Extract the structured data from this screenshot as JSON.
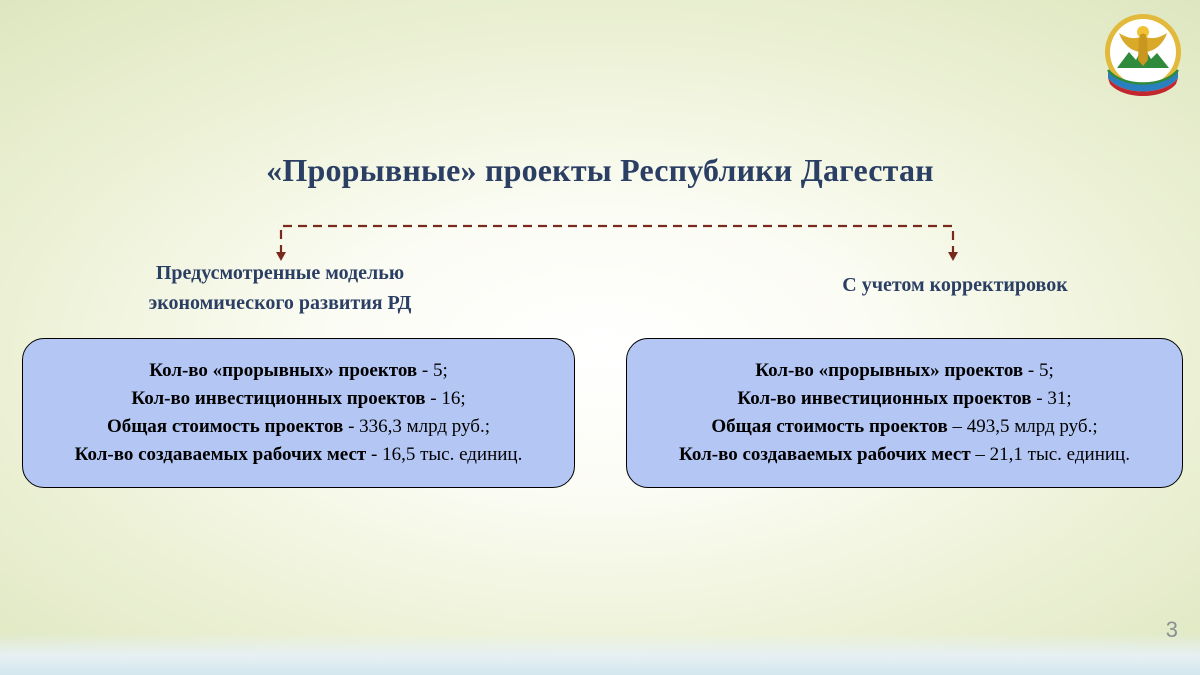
{
  "title": "«Прорывные» проекты Республики Дагестан",
  "branches": {
    "left_label_line1": "Предусмотренные моделью",
    "left_label_line2": "экономического развития РД",
    "right_label": "С учетом корректировок"
  },
  "left_box": {
    "lines": [
      {
        "label": "Кол-во «прорывных» проектов",
        "value": " - 5;"
      },
      {
        "label": "Кол-во инвестиционных проектов",
        "value": " - 16;"
      },
      {
        "label": "Общая стоимость проектов",
        "value": " - 336,3 млрд руб.;"
      },
      {
        "label": "Кол-во создаваемых рабочих мест",
        "value": " - 16,5 тыс. единиц."
      }
    ]
  },
  "right_box": {
    "lines": [
      {
        "label": "Кол-во «прорывных» проектов",
        "value": " - 5;"
      },
      {
        "label": "Кол-во инвестиционных проектов",
        "value": " - 31;"
      },
      {
        "label": "Общая стоимость проектов",
        "value": " – 493,5 млрд руб.;"
      },
      {
        "label": "Кол-во создаваемых рабочих мест",
        "value": " – 21,1 тыс. единиц."
      }
    ]
  },
  "page_number": "3",
  "colors": {
    "title": "#2b3e63",
    "box_fill": "#b4c6f4",
    "connector": "#7a2a1c"
  },
  "icons": {
    "emblem": "dagestan-coat-of-arms-icon"
  }
}
